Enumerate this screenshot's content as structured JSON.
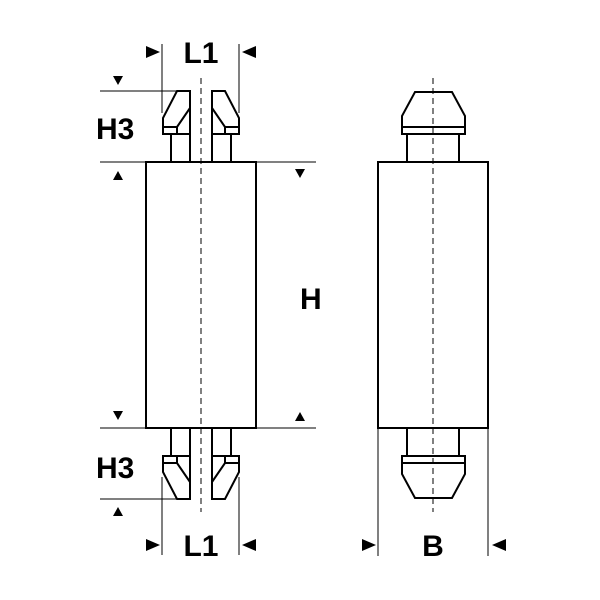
{
  "labels": {
    "l1_top": "L1",
    "l1_bottom": "L1",
    "h3_top": "H3",
    "h3_bottom": "H3",
    "h": "H",
    "b": "B"
  }
}
